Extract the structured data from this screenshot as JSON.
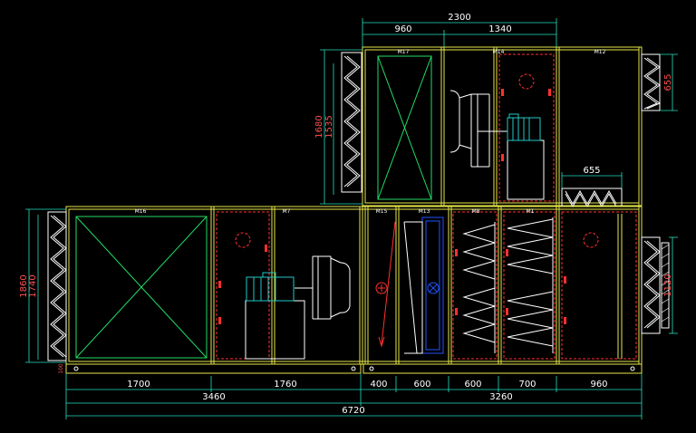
{
  "colors": {
    "background": "#000000",
    "casing": "#e6e64a",
    "dimension": "#22e0c0",
    "coil": "#22dd66",
    "hidden": "#ff3030",
    "motor": "#22c8c8",
    "white": "#ffffff",
    "fan": "#2255ff"
  },
  "modules": {
    "m17": "M17",
    "m14": "M14",
    "m12": "M12",
    "m16": "M16",
    "m7": "M7",
    "m15": "M15",
    "m13": "M13",
    "m8": "M8",
    "m1": "M1"
  },
  "dims": {
    "top_total": "2300",
    "top_a": "960",
    "top_b": "1340",
    "upper_left_height_1": "1680",
    "upper_left_height_2": "1535",
    "right_top": "655",
    "mid_width": "655",
    "left_height_1": "1860",
    "left_height_2": "1740",
    "base": "100",
    "right_lower": "1120",
    "bottom_row": [
      "1700",
      "1760",
      "400",
      "600",
      "600",
      "700",
      "960"
    ],
    "left_total": "3460",
    "right_total": "3260",
    "grand_total": "6720"
  }
}
